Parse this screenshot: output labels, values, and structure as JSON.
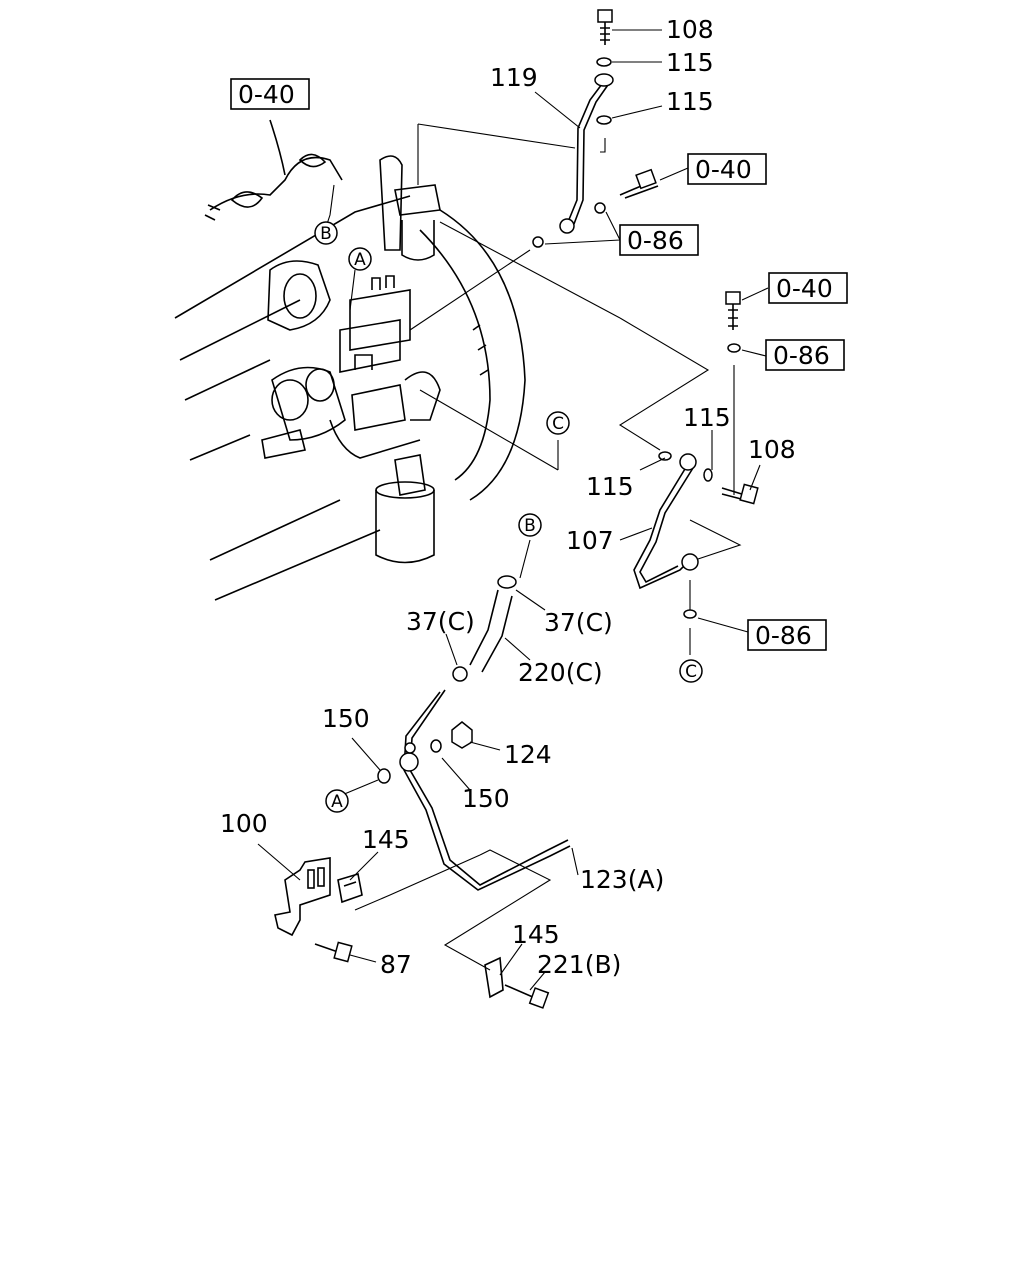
{
  "callouts": {
    "c108a": "108",
    "c115a": "115",
    "c119": "119",
    "c115b": "115",
    "c115c": "115",
    "c115d": "115",
    "c108b": "108",
    "c107": "107",
    "c37a": "37(C)",
    "c37b": "37(C)",
    "c220": "220(C)",
    "c150a": "150",
    "c124": "124",
    "c150b": "150",
    "c100": "100",
    "c145a": "145",
    "c123": "123(A)",
    "c87": "87",
    "c145b": "145",
    "c221": "221(B)"
  },
  "refs": {
    "r1": "0-40",
    "r2": "0-40",
    "r3": "0-86",
    "r4": "0-40",
    "r5": "0-86",
    "r6": "0-86"
  },
  "connectors": {
    "B1": "B",
    "A1": "A",
    "C1": "C",
    "B2": "B",
    "C2": "C",
    "A2": "A"
  }
}
